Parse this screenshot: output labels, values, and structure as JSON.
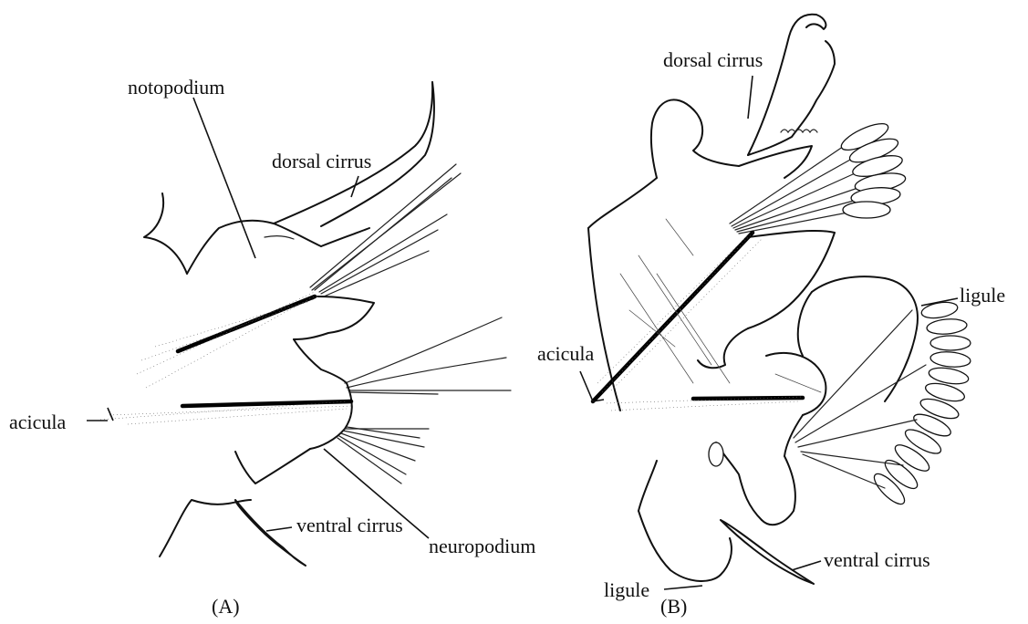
{
  "panel_a": {
    "caption": "(A)",
    "labels": {
      "notopodium": "notopodium",
      "dorsal_cirrus": "dorsal cirrus",
      "acicula": "acicula",
      "ventral_cirrus": "ventral cirrus",
      "neuropodium": "neuropodium"
    }
  },
  "panel_b": {
    "caption": "(B)",
    "labels": {
      "dorsal_cirrus": "dorsal cirrus",
      "ligule_upper": "ligule",
      "acicula": "acicula",
      "ligule_lower": "ligule",
      "ventral_cirrus": "ventral cirrus"
    }
  },
  "colors": {
    "ink": "#111111",
    "paper": "#ffffff"
  }
}
